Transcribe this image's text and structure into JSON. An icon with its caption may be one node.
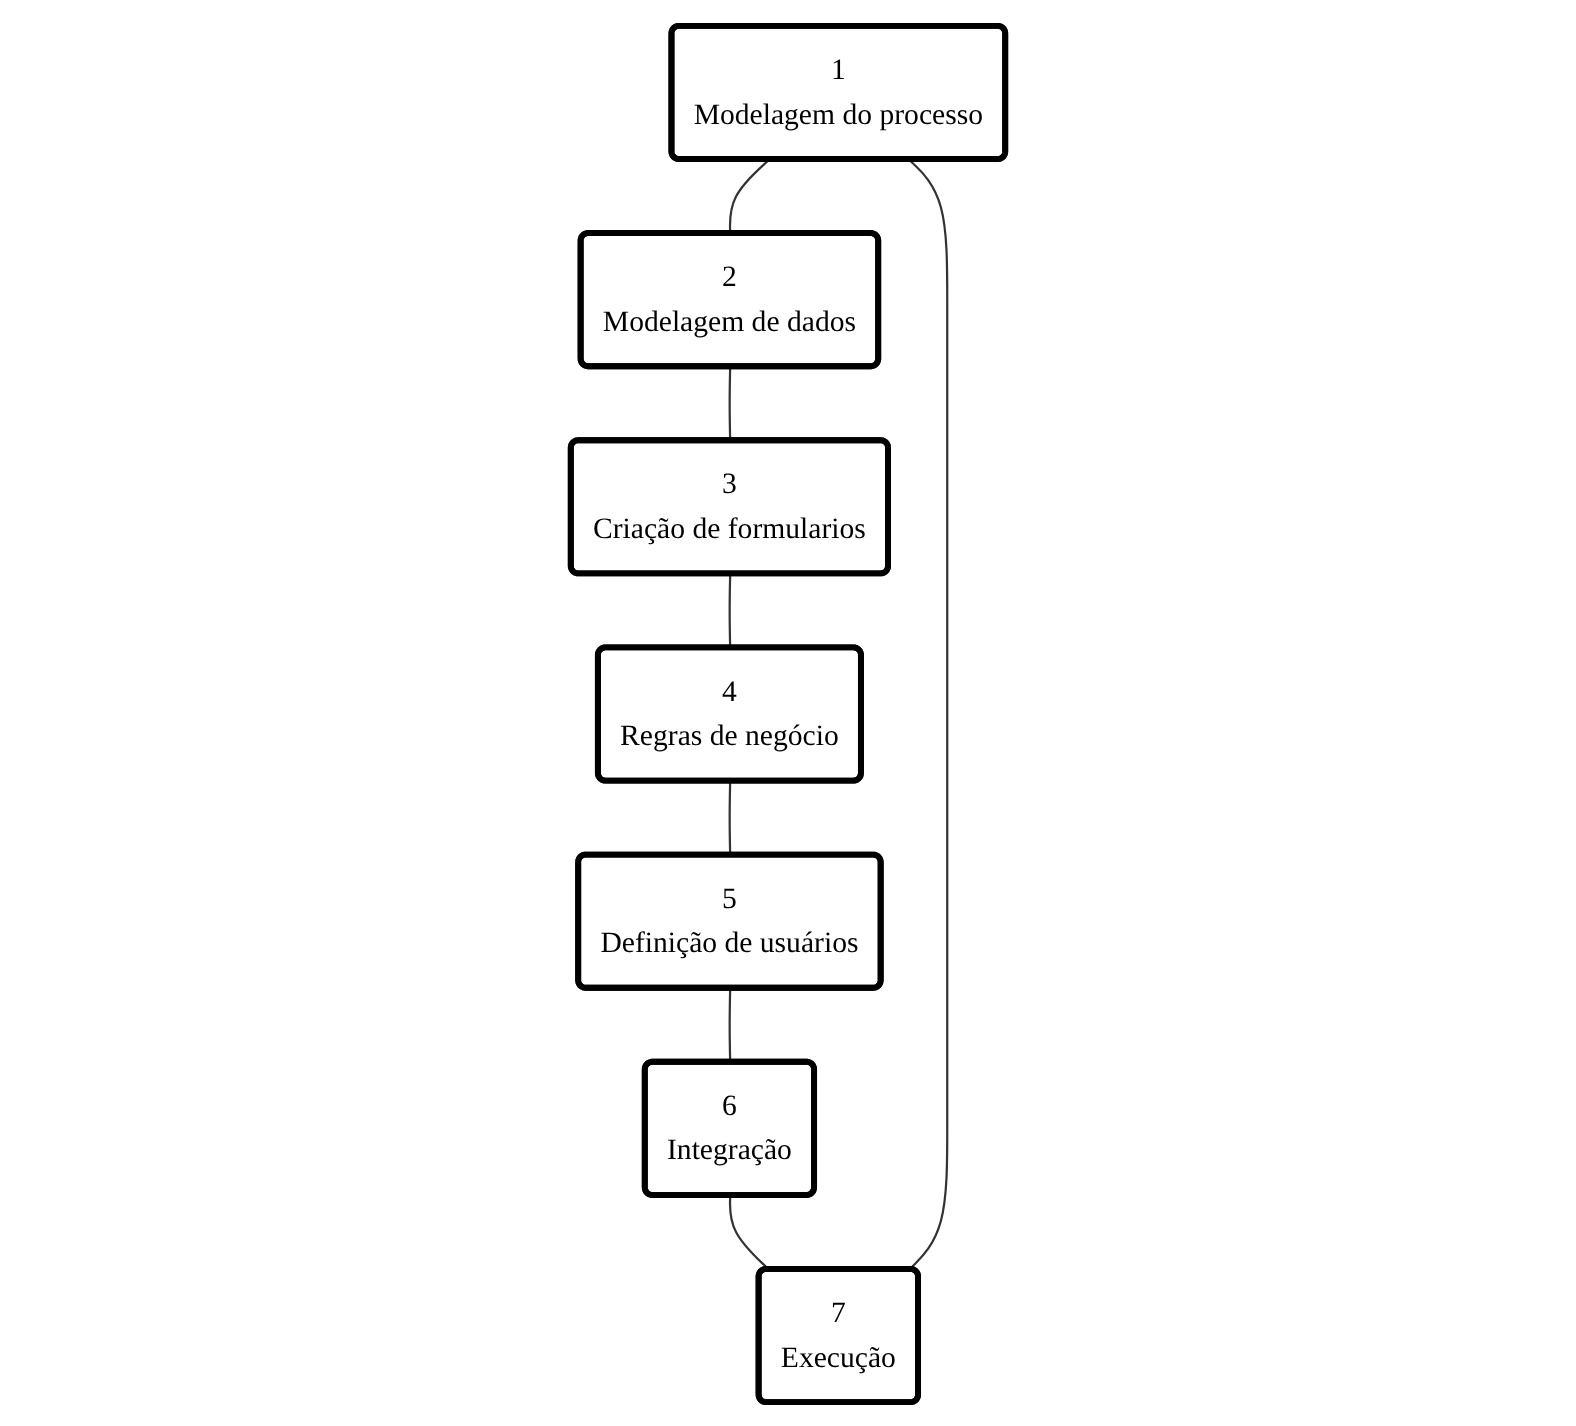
{
  "diagram": {
    "nodes": [
      {
        "text": [
          "1",
          "Modelagem do processo"
        ]
      },
      {
        "text": [
          "2",
          "Modelagem de dados"
        ]
      },
      {
        "text": [
          "3",
          "Criação de formularios"
        ]
      },
      {
        "text": [
          "4",
          "Regras de negócio"
        ]
      },
      {
        "text": [
          "5",
          "Definição de usuários"
        ]
      },
      {
        "text": [
          "6",
          "Integração"
        ]
      },
      {
        "text": [
          "7",
          "Execução"
        ]
      }
    ],
    "edges": [
      {
        "from": 0,
        "to": 1,
        "arrow": "none"
      },
      {
        "from": 1,
        "to": 2,
        "arrow": "none"
      },
      {
        "from": 2,
        "to": 3,
        "arrow": "none"
      },
      {
        "from": 3,
        "to": 4,
        "arrow": "none"
      },
      {
        "from": 4,
        "to": 5,
        "arrow": "none"
      },
      {
        "from": 5,
        "to": 6,
        "arrow": "none"
      },
      {
        "from": 6,
        "to": 0,
        "arrow": "none"
      }
    ]
  }
}
